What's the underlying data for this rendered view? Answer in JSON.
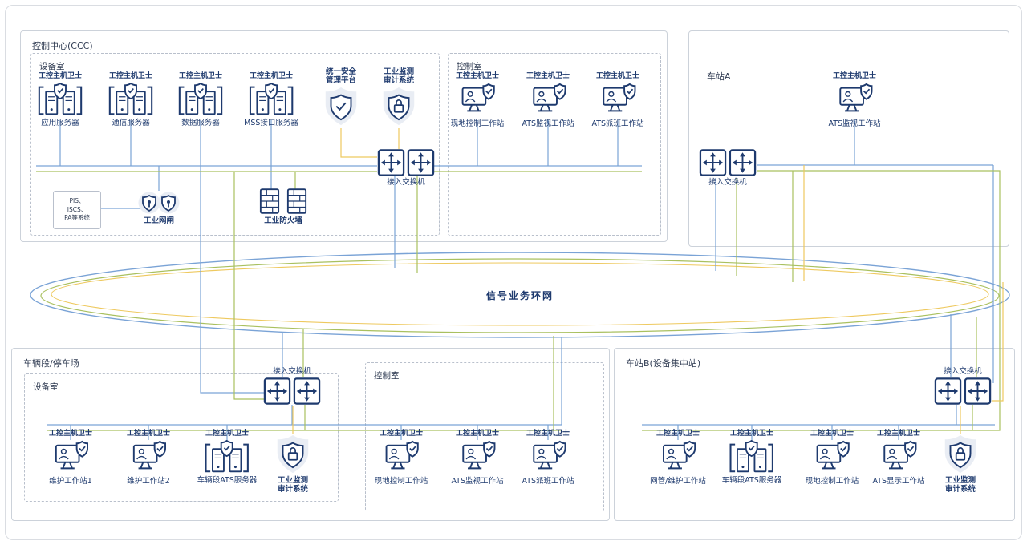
{
  "labels": {
    "guard": "工控主机卫士",
    "access_switch": "接入交换机",
    "ring": "信号业务环网",
    "audit_line1": "工业监测",
    "audit_line2": "审计系统"
  },
  "ccc": {
    "title": "控制中心(CCC)",
    "equipment_room": {
      "title": "设备室",
      "servers": [
        "应用服务器",
        "通信服务器",
        "数据服务器",
        "MSS接口服务器"
      ],
      "platform_line1": "统一安全",
      "platform_line2": "管理平台",
      "pis_line1": "PIS、",
      "pis_line2": "ISCS、",
      "pis_line3": "PA等系统",
      "gatekeeper": "工业网闸",
      "firewall": "工业防火墙"
    },
    "control_room": {
      "title": "控制室",
      "workstations": [
        "现地控制工作站",
        "ATS监视工作站",
        "ATS派班工作站"
      ]
    }
  },
  "station_a": {
    "title": "车站A",
    "workstation": "ATS监视工作站"
  },
  "depot": {
    "title": "车辆段/停车场",
    "equipment_room": {
      "title": "设备室",
      "devices": [
        "维护工作站1",
        "维护工作站2",
        "车辆段ATS服务器"
      ]
    },
    "control_room": {
      "title": "控制室",
      "workstations": [
        "现地控制工作站",
        "ATS监视工作站",
        "ATS派班工作站"
      ]
    }
  },
  "station_b": {
    "title": "车站B(设备集中站)",
    "devices": [
      "网管/维护工作站",
      "车辆段ATS服务器",
      "现地控制工作站",
      "ATS显示工作站"
    ]
  },
  "colors": {
    "navy": "#1e3a6e",
    "line_blue": "#7aa3d6",
    "line_green": "#a9c05f",
    "line_yellow": "#eec95f",
    "shield_bg": "#e9edf4"
  }
}
